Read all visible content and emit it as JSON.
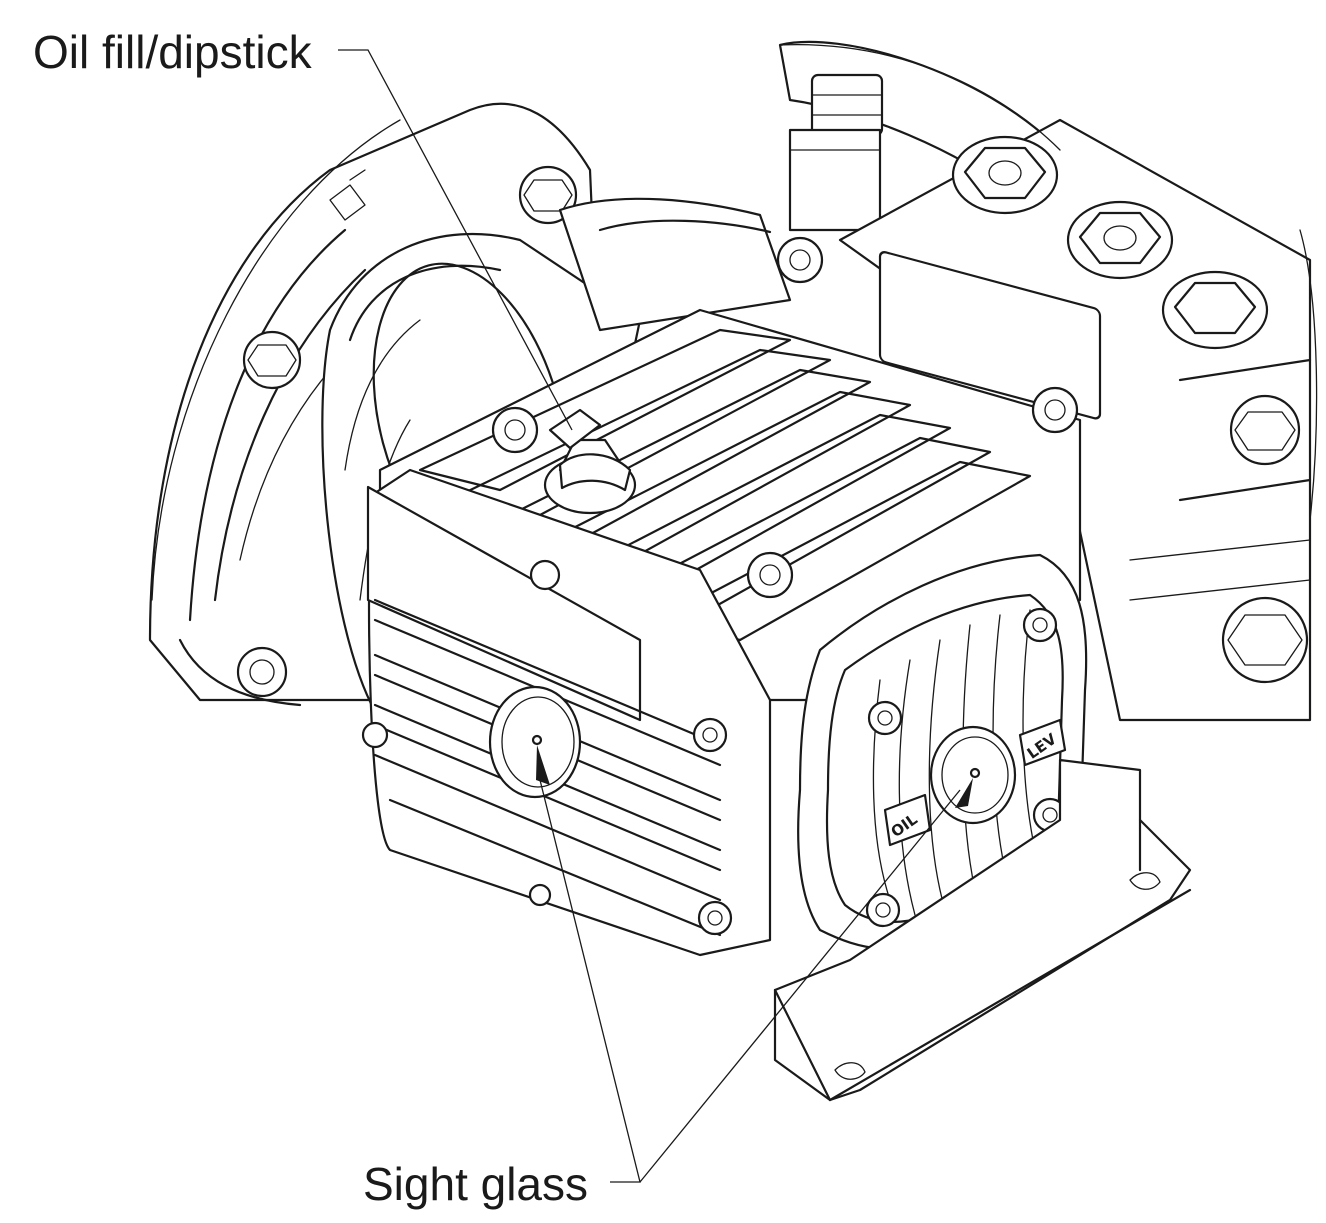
{
  "callouts": {
    "oil_fill": "Oil fill/dipstick",
    "sight_glass": "Sight glass"
  },
  "markings": {
    "oil": "OIL",
    "level": "LEV"
  }
}
